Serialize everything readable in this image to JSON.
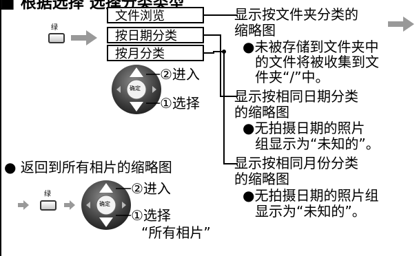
{
  "header_text": "■ 根据选择 选择分类类型",
  "menu": [
    "文件浏览",
    "按日期分类",
    "按月分类"
  ],
  "green_label": "绿",
  "center_label": "确定",
  "steps": {
    "enter": "②进入",
    "select": "①选择",
    "select_all_line2": "“所有相片”"
  },
  "desc": {
    "folder_line1": "显示按文件夹分类的",
    "folder_line2": "缩略图",
    "folder_note1": "●未被存储到文件夹中",
    "folder_note2": "的文件将被收集到文",
    "folder_note3": "件夹“/”中。",
    "date_line1": "显示按相同日期分类",
    "date_line2": "的缩略图",
    "date_note1": "●无拍摄日期的照片",
    "date_note2": "组显示为“未知的”。",
    "month_line1": "显示按相同月份分类",
    "month_line2": "的缩略图",
    "month_note1": "●无拍摄日期的照片组",
    "month_note2": "显示为“未知的”。"
  },
  "return_all": "● 返回到所有相片的缩略图",
  "colors": {
    "text": "#000000",
    "arrow_gray": "#999999",
    "disc_dark": "#3a3a3a",
    "disc_light": "#d8d8d8"
  }
}
